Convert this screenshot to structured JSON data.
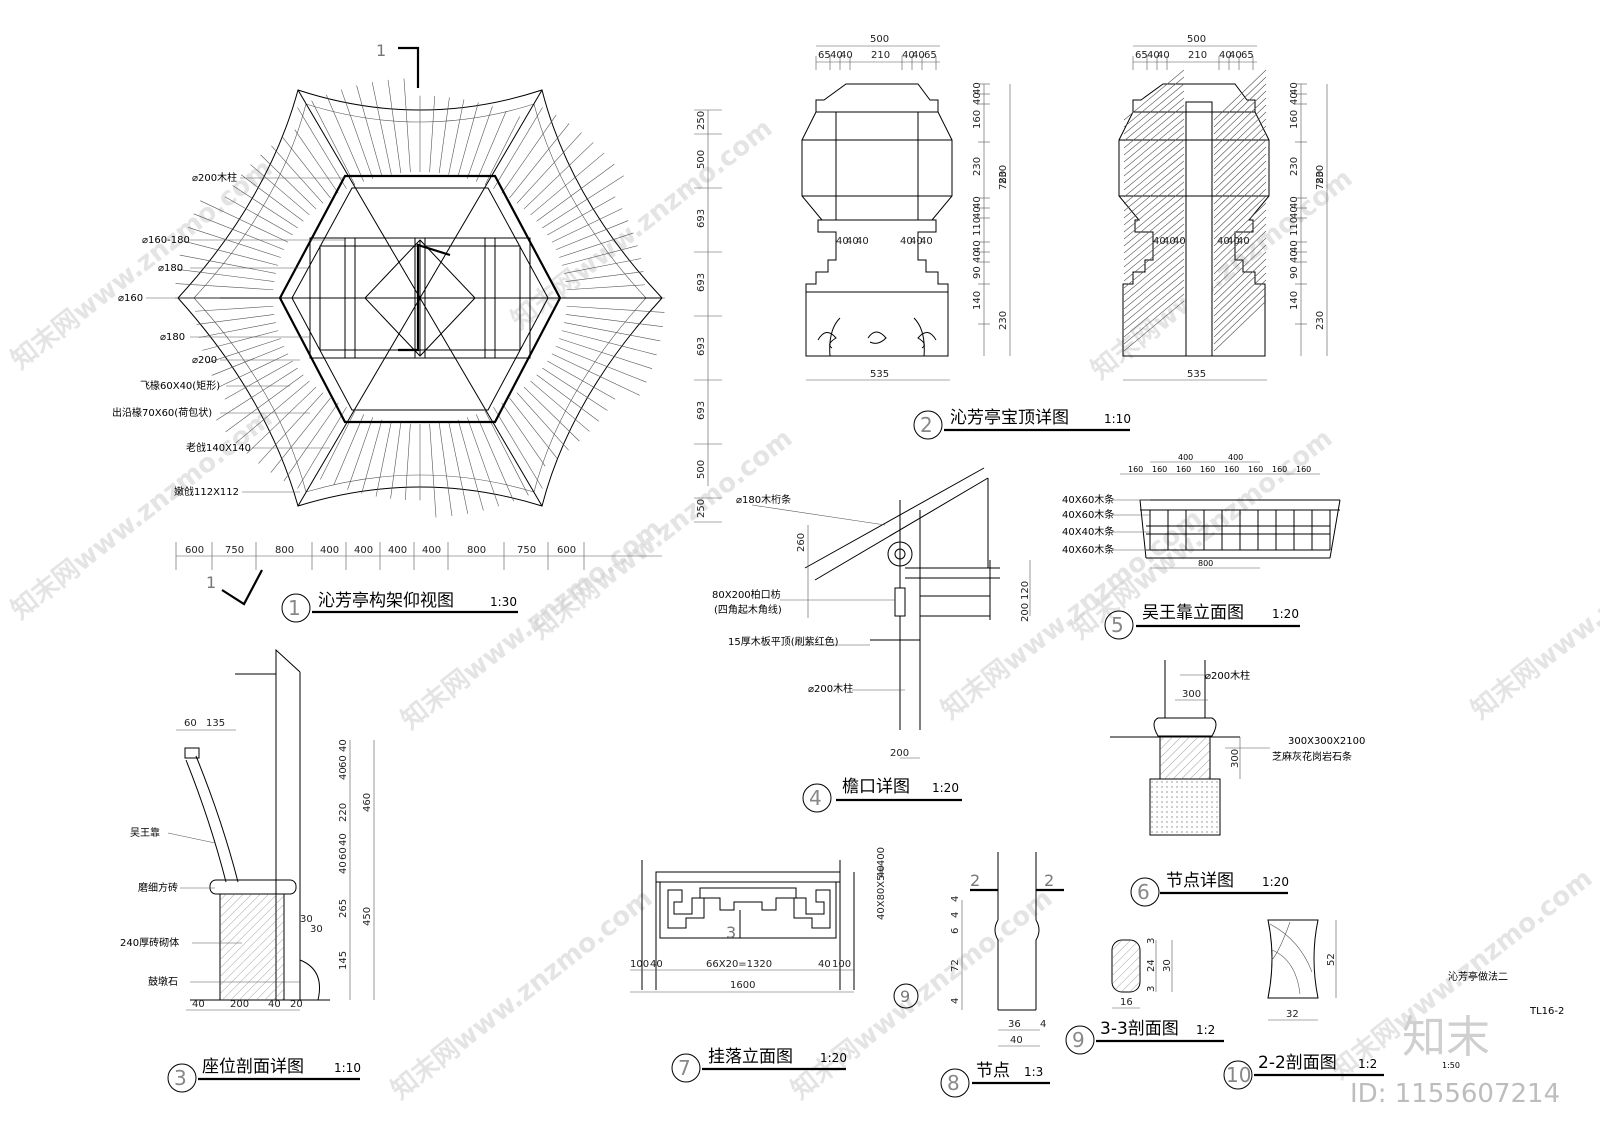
{
  "drawings": {
    "d1": {
      "num": "1",
      "title": "沁芳亭构架仰视图",
      "scale": "1:30"
    },
    "d2": {
      "num": "2",
      "title": "沁芳亭宝顶详图",
      "scale": "1:10"
    },
    "d3": {
      "num": "3",
      "title": "座位剖面详图",
      "scale": "1:10"
    },
    "d4": {
      "num": "4",
      "title": "檐口详图",
      "scale": "1:20"
    },
    "d5": {
      "num": "5",
      "title": "吴王靠立面图",
      "scale": "1:20"
    },
    "d6": {
      "num": "6",
      "title": "节点详图",
      "scale": "1:20"
    },
    "d7": {
      "num": "7",
      "title": "挂落立面图",
      "scale": "1:20"
    },
    "d8": {
      "num": "8",
      "title": "节点",
      "scale": "1:3"
    },
    "d9": {
      "num": "9",
      "title": "3-3剖面图",
      "scale": "1:2"
    },
    "d10": {
      "num": "10",
      "title": "2-2剖面图",
      "scale": "1:2"
    }
  },
  "plan_labels": {
    "col200": "⌀200木柱",
    "r160_180": "⌀160-180",
    "r180a": "⌀180",
    "r160": "⌀160",
    "r180b": "⌀180",
    "r200": "⌀200",
    "feirafter": "飞椽60X40(矩形)",
    "eaverafter": "出沿椽70X60(荷包状)",
    "laoqiang": "老戗140X140",
    "nenqiang": "嫩戗112X112"
  },
  "plan_dims_bottom": [
    "600",
    "750",
    "800",
    "400",
    "400",
    "400",
    "400",
    "800",
    "750",
    "600"
  ],
  "plan_dims_right": [
    "250",
    "500",
    "693",
    "693",
    "693",
    "693",
    "500",
    "250"
  ],
  "section_marks": {
    "s1": "1",
    "s2": "2",
    "s3": "3"
  },
  "finial": {
    "w500": "500",
    "top_dims": [
      "65",
      "40",
      "40",
      "210",
      "40",
      "40",
      "65"
    ],
    "right_dims": [
      "40",
      "40",
      "160",
      "230",
      "40",
      "40",
      "110",
      "40",
      "40",
      "90",
      "140",
      "230",
      "780"
    ],
    "mid_dims": [
      "40",
      "40",
      "40"
    ],
    "w535": "535"
  },
  "eave_labels": {
    "purlin": "⌀180木桁条",
    "fang": "80X200柏口枋",
    "fang2": "(四角起木角线)",
    "ceiling": "15厚木板平顶(刷紫红色)",
    "column": "⌀200木柱",
    "d200": "200",
    "d260": "260",
    "d120": "120",
    "d200b": "200"
  },
  "seat_labels": {
    "wuwang": "吴王靠",
    "brick": "磨细方砖",
    "wall": "240厚砖砌体",
    "drum": "鼓墩石",
    "dims_top": [
      "60",
      "135"
    ],
    "dims_bottom": [
      "40",
      "200",
      "40",
      "20"
    ],
    "dims_right": [
      "40",
      "60",
      "40",
      "460",
      "220",
      "40",
      "60",
      "40",
      "265",
      "450",
      "145",
      "30",
      "30"
    ]
  },
  "wuwang_elev": {
    "labels": [
      "40X60木条",
      "40X60木条",
      "40X40木条",
      "40X60木条"
    ],
    "dims": [
      "160",
      "160",
      "160",
      "160",
      "160",
      "160",
      "160",
      "160"
    ],
    "d400a": "400",
    "d400b": "400",
    "d800": "800"
  },
  "node6": {
    "col": "⌀200木柱",
    "d300a": "300",
    "stone": "300X300X2100",
    "stone2": "芝麻灰花岗岩石条",
    "d300b": "300"
  },
  "hanging": {
    "d1": "100",
    "d2": "40",
    "mid": "66X20=1320",
    "d3": "40",
    "d4": "100",
    "total": "1600",
    "vert": "40",
    "vert2": "40X80X5=400"
  },
  "node8": {
    "dims_left": [
      "4",
      "4",
      "6",
      "72",
      "4"
    ],
    "b1": "36",
    "b2": "4",
    "b3": "40"
  },
  "s33": {
    "d3a": "3",
    "d24": "24",
    "d30": "30",
    "d3b": "3",
    "w16": "16"
  },
  "s22": {
    "h52": "52",
    "w32": "32"
  },
  "sheet": {
    "name": "沁芳亭做法二",
    "code": "TL16-2",
    "scale": "1:50",
    "brand": "知末",
    "id": "ID: 1155607214",
    "watermark": "知末网www.znzmo.com"
  }
}
